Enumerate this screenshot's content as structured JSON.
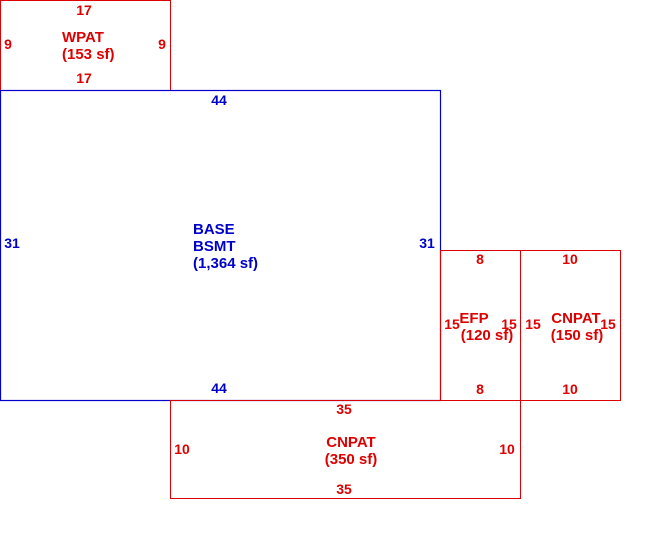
{
  "colors": {
    "main": "#0000cc",
    "addition": "#dd0000",
    "background": "#ffffff"
  },
  "areas": {
    "wpat": {
      "name": "WPAT",
      "area": "(153 sf)",
      "top": "17",
      "bottom": "17",
      "left": "9",
      "right": "9"
    },
    "base": {
      "name": "BASE",
      "sub": "BSMT",
      "area": "(1,364 sf)",
      "top": "44",
      "bottom": "44",
      "left": "31",
      "right": "31"
    },
    "efp": {
      "name": "EFP",
      "area": "(120 sf)",
      "top": "8",
      "bottom": "8",
      "left": "15",
      "right": "15"
    },
    "cnpat_side": {
      "name": "CNPAT",
      "area": "(150 sf)",
      "top": "10",
      "bottom": "10",
      "left": "15",
      "right": "15"
    },
    "cnpat_front": {
      "name": "CNPAT",
      "area": "(350 sf)",
      "top": "35",
      "bottom": "35",
      "left": "10",
      "right": "10"
    }
  }
}
